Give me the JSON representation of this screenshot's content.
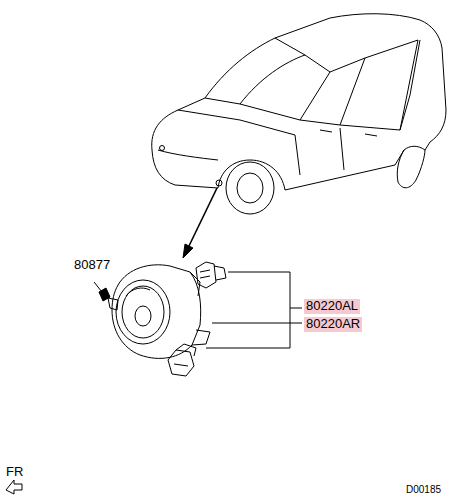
{
  "diagram": {
    "labels": [
      "80877",
      "80220AL",
      "80220AR",
      "FR",
      "D00185"
    ]
  }
}
